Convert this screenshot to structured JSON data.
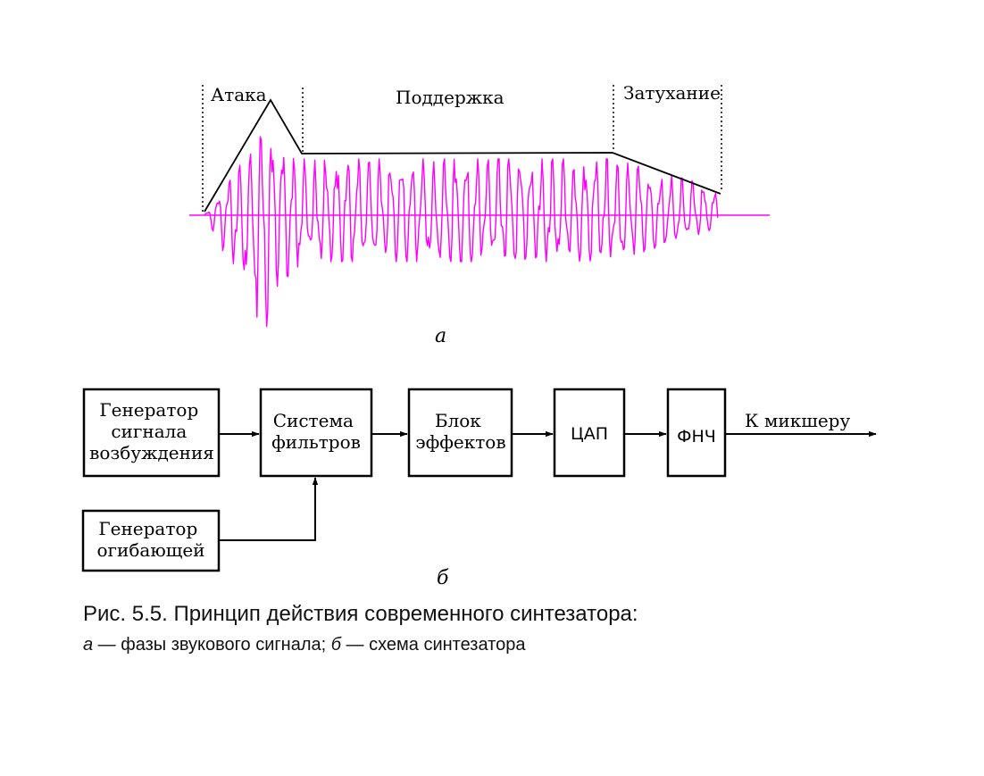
{
  "colors": {
    "waveform": "#ff00ff",
    "ink": "#000000"
  },
  "panel_a": {
    "phases": [
      {
        "id": "attack",
        "label": "Атака"
      },
      {
        "id": "sustain",
        "label": "Поддержка"
      },
      {
        "id": "decay",
        "label": "Затухание"
      }
    ],
    "sublabel": "а"
  },
  "panel_b": {
    "blocks": [
      {
        "id": "excitation-generator",
        "lines": [
          "Генератор",
          "сигнала",
          "возбуждения"
        ]
      },
      {
        "id": "filter-system",
        "lines": [
          "Система",
          "фильтров"
        ]
      },
      {
        "id": "effects-block",
        "lines": [
          "Блок",
          "эффектов"
        ]
      },
      {
        "id": "dac",
        "lines": [
          "ЦАП"
        ]
      },
      {
        "id": "lpf",
        "lines": [
          "ФНЧ"
        ]
      },
      {
        "id": "envelope-generator",
        "lines": [
          "Генератор",
          "огибающей"
        ]
      }
    ],
    "output_label": "К микшеру",
    "sublabel": "б"
  },
  "caption": {
    "title": "Рис. 5.5. Принцип действия современного синтезатора:",
    "sub_a_letter": "а",
    "sub_a_text": " — фазы звукового сигнала; ",
    "sub_b_letter": "б",
    "sub_b_text": " — схема синтезатора"
  }
}
